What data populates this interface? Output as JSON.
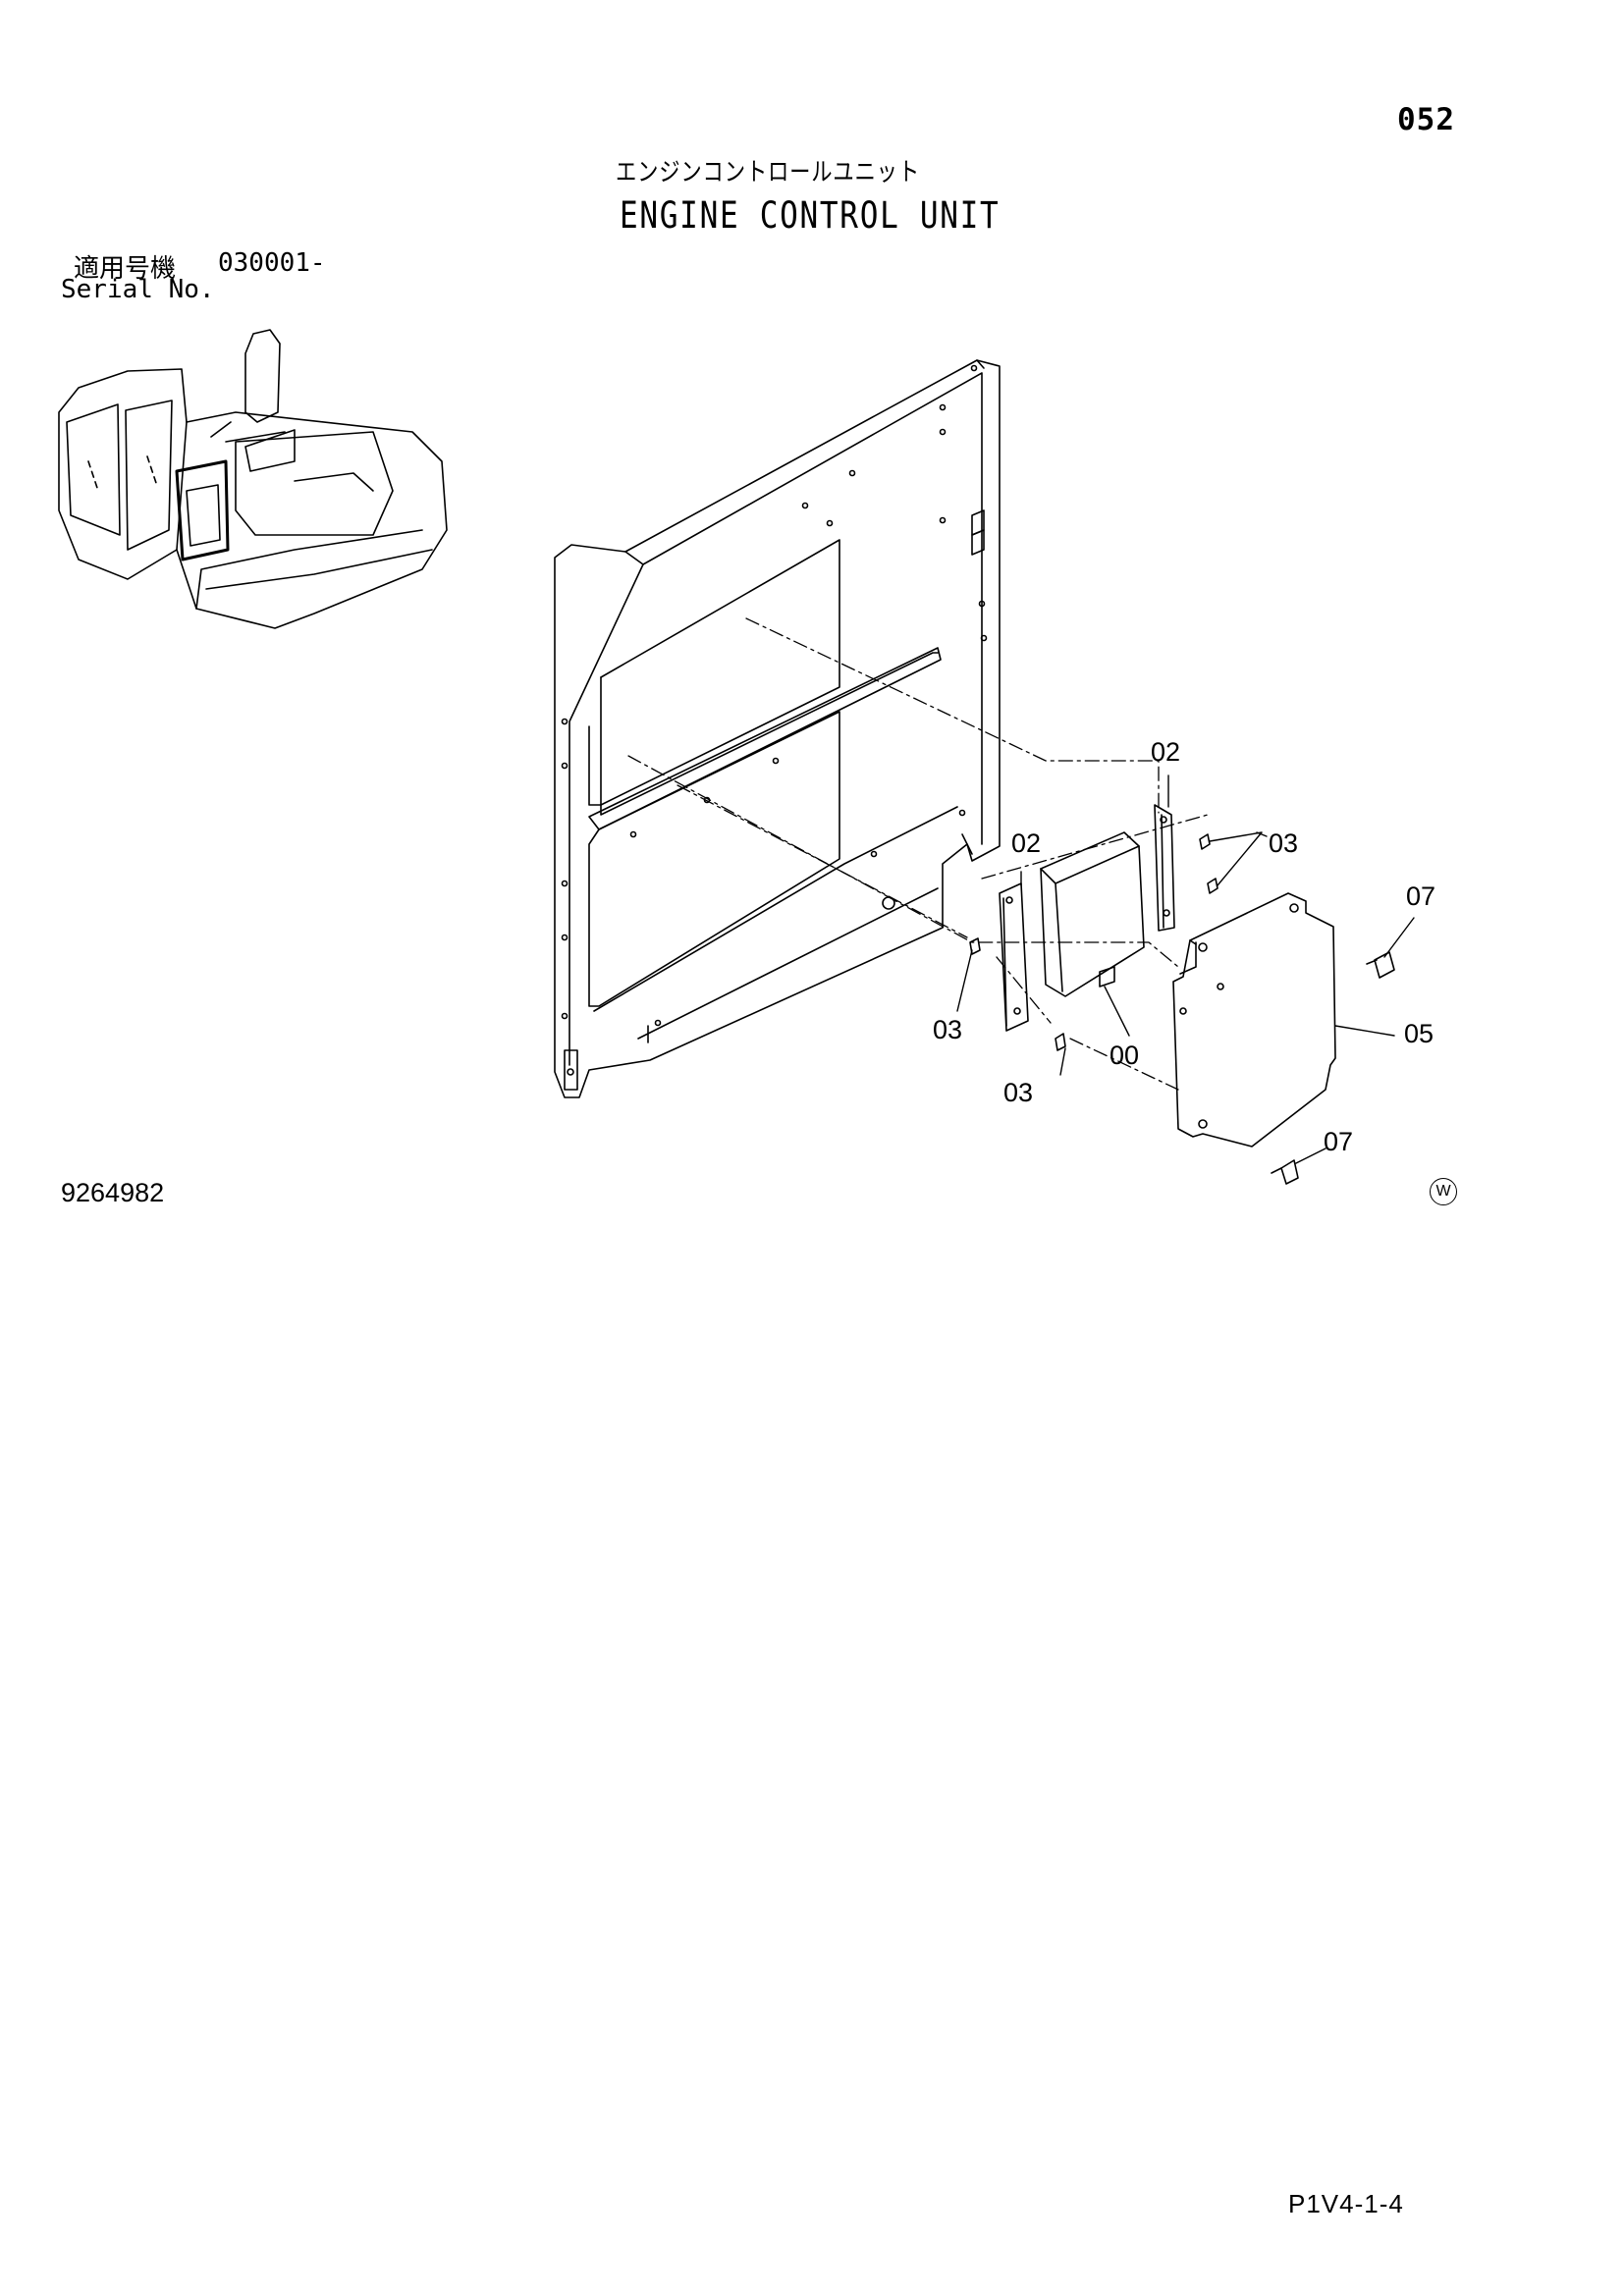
{
  "page_number": "052",
  "title_jp": "エンジンコントロールユニット",
  "title_en": "ENGINE CONTROL UNIT",
  "serial": {
    "label_jp": "適用号機",
    "value": "030001-",
    "label_en": "Serial No."
  },
  "figure_number": "9264982",
  "footer_code": "P1V4-1-4",
  "w_mark": "W",
  "part_labels": {
    "p00": "00",
    "p02_left": "02",
    "p02_right": "02",
    "p03_left": "03",
    "p03_right": "03",
    "p03_bottom": "03",
    "p05": "05",
    "p07_top": "07",
    "p07_bottom": "07"
  }
}
